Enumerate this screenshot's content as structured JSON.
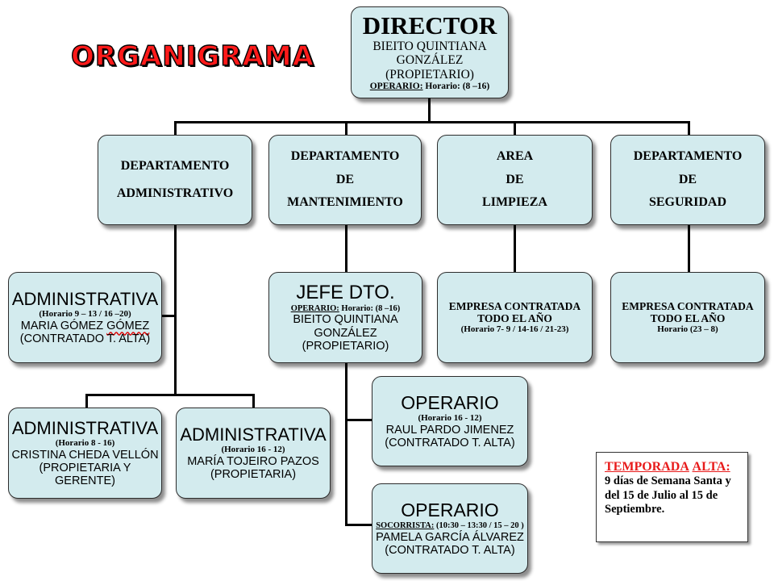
{
  "title": "ORGANIGRAMA",
  "director": {
    "heading": "DIRECTOR",
    "name1": "BIEITO QUINTIANA",
    "name2": "GONZÁLEZ (PROPIETARIO)",
    "role_label": "OPERARIO:",
    "schedule": " Horario: (8 –16)"
  },
  "departments": [
    {
      "lines": [
        "DEPARTAMENTO",
        "ADMINISTRATIVO"
      ]
    },
    {
      "lines": [
        "DEPARTAMENTO",
        "DE",
        "MANTENIMIENTO"
      ]
    },
    {
      "lines": [
        "AREA",
        "DE",
        "LIMPIEZA"
      ]
    },
    {
      "lines": [
        "DEPARTAMENTO",
        "DE",
        "SEGURIDAD"
      ]
    }
  ],
  "admin1": {
    "heading": "ADMINISTRATIVA",
    "schedule": "(Horario  9 – 13 /  16 –20)",
    "name_a": "MARIA GÓMEZ ",
    "name_b": "GÓMEZ",
    "status": "(CONTRATADO T. ALTA)"
  },
  "admin2": {
    "heading": "ADMINISTRATIVA",
    "schedule": "(Horario  8 -  16)",
    "name": "CRISTINA CHEDA VELLÓN",
    "status": "(PROPIETARIA Y GERENTE)"
  },
  "admin3": {
    "heading": "ADMINISTRATIVA",
    "schedule": "(Horario 16 -  12)",
    "name": "MARÍA TOJEIRO PAZOS",
    "status": "(PROPIETARIA)"
  },
  "jefe": {
    "heading": "JEFE DTO.",
    "role_label": "OPERARIO:",
    "schedule": " Horario: (8 –16)",
    "name1": "BIEITO QUINTIANA",
    "name2": "GONZÁLEZ (PROPIETARIO)"
  },
  "limpieza": {
    "line1": "EMPRESA  CONTRATADA",
    "line2": "TODO EL AÑO",
    "schedule": "(Horario 7- 9 / 14-16 / 21-23)"
  },
  "seguridad": {
    "line1": "EMPRESA  CONTRATADA",
    "line2": "TODO EL AÑO",
    "schedule": "Horario (23 – 8)"
  },
  "operario1": {
    "heading": "OPERARIO",
    "schedule": "(Horario 16 -  12)",
    "name": "RAUL PARDO JIMENEZ",
    "status": "(CONTRATADO T. ALTA)"
  },
  "operario2": {
    "heading": "OPERARIO",
    "role_label": "SOCORRISTA:",
    "schedule": " (10:30 – 13:30 / 15 – 20 )",
    "name": "PAMELA GARCÍA ÁLVAREZ",
    "status": "(CONTRATADO T. ALTA)"
  },
  "temporada": {
    "label1": "TEMPORADA",
    "label2": "ALTA:",
    "line1": "9 días de Semana Santa y",
    "line2": "del 15 de Julio al 15 de",
    "line3": "Septiembre."
  }
}
